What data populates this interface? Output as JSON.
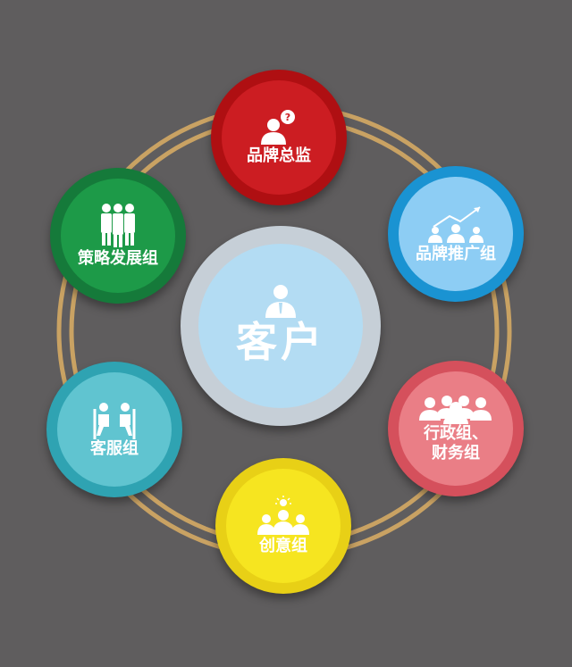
{
  "center": {
    "label": "客户",
    "icon": "user-badge-icon"
  },
  "nodes": {
    "brand_director": {
      "label": "品牌总监",
      "icon": "person-question-icon"
    },
    "brand_promotion": {
      "label": "品牌推广组",
      "icon": "people-growth-icon"
    },
    "admin_finance": {
      "label_line1": "行政组、",
      "label_line2": "财务组",
      "icon": "group-people-icon"
    },
    "creative": {
      "label": "创意组",
      "icon": "team-idea-icon"
    },
    "customer_service": {
      "label": "客服组",
      "icon": "headset-agents-icon"
    },
    "strategy": {
      "label": "策略发展组",
      "icon": "team-icon"
    }
  },
  "colors": {
    "background": "#5f5d5e",
    "ring": "#c9a263",
    "brand_director": "#cc1d22",
    "brand_promotion": "#1a93d2",
    "admin_finance": "#d5505c",
    "creative": "#e8d016",
    "customer_service": "#2fa3b2",
    "strategy": "#157a3a",
    "center": "#b3dcf3"
  }
}
